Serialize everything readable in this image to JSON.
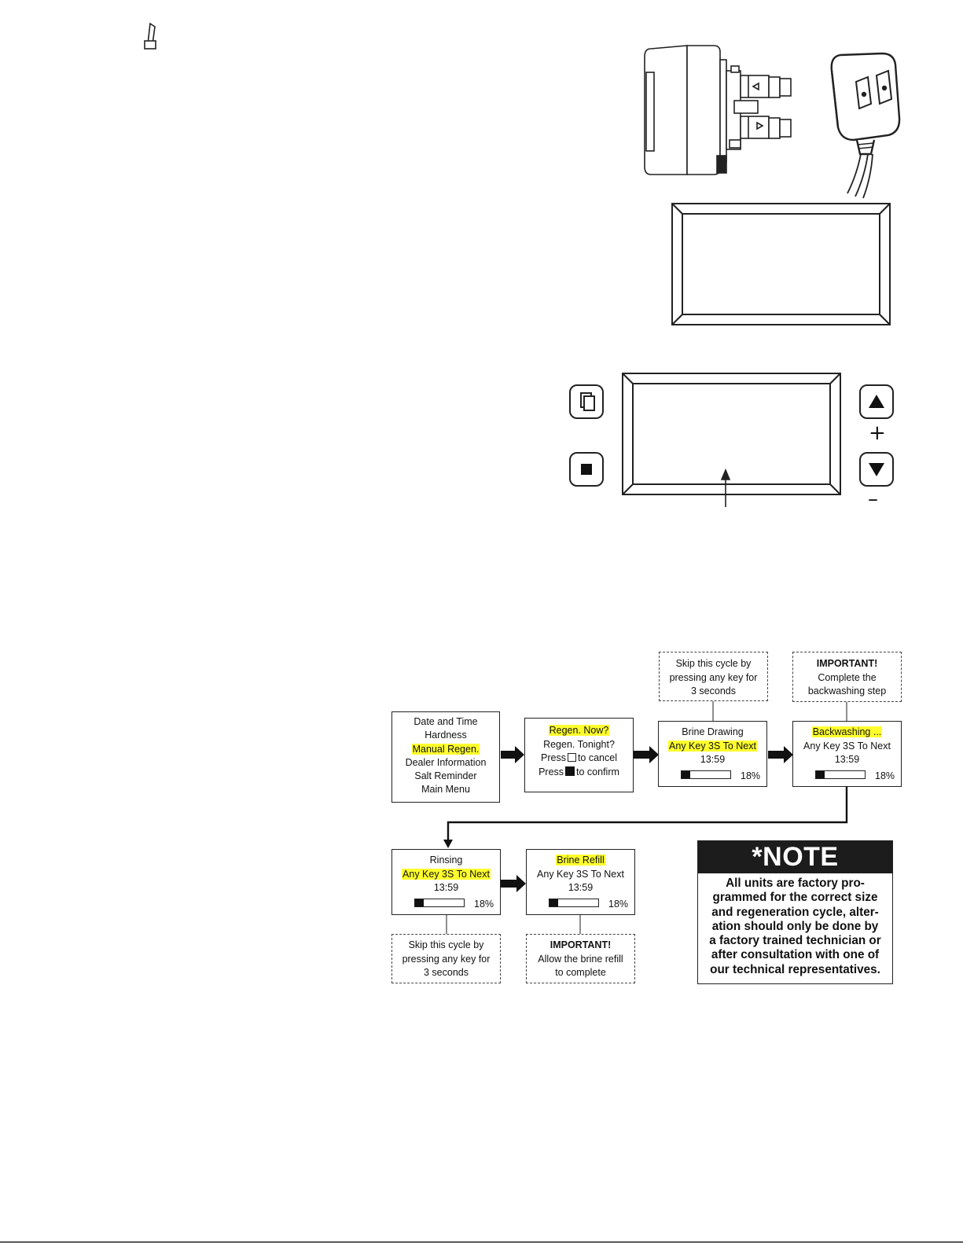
{
  "flow": {
    "menu": {
      "lines": [
        "Date and Time",
        "Hardness",
        "Manual Regen.",
        "Dealer Information",
        "Salt Reminder",
        "Main Menu"
      ]
    },
    "regen": {
      "line1": "Regen. Now?",
      "line2": "Regen. Tonight?",
      "press": "Press",
      "cancel": "to cancel",
      "confirm": "to confirm"
    },
    "brine_drawing": {
      "title": "Brine Drawing",
      "hint": "Any Key 3S To Next",
      "time": "13:59",
      "percent_text": "18%",
      "progress": 0.18
    },
    "backwashing": {
      "title": "Backwashing ...",
      "hint": "Any Key 3S To Next",
      "time": "13:59",
      "percent_text": "18%",
      "progress": 0.18
    },
    "rinsing": {
      "title": "Rinsing",
      "hint": "Any Key 3S To Next",
      "time": "13:59",
      "percent_text": "18%",
      "progress": 0.18
    },
    "brine_refill": {
      "title": "Brine Refill",
      "hint": "Any Key 3S To Next",
      "time": "13:59",
      "percent_text": "18%",
      "progress": 0.18
    }
  },
  "notes": {
    "skip_top": [
      "Skip this cycle by",
      "pressing any key for",
      "3 seconds"
    ],
    "important_top": {
      "heading": "IMPORTANT!",
      "lines": [
        "Complete the",
        "backwashing step"
      ]
    },
    "skip_bottom": [
      "Skip this cycle by",
      "pressing any key for",
      "3 seconds"
    ],
    "important_bottom": {
      "heading": "IMPORTANT!",
      "lines": [
        "Allow the brine refill",
        "to complete"
      ]
    }
  },
  "warning": {
    "heading": "*NOTE",
    "lines": [
      "All units are factory pro-",
      "grammed for the correct size",
      "and regeneration cycle, alter-",
      "ation should only be done by",
      "a factory trained technician or",
      "after consultation with one of",
      "our technical representatives."
    ]
  },
  "keypad": {
    "plus": "+",
    "minus": "–",
    "icons": [
      "menu-copy-icon",
      "stop-square-icon",
      "up-triangle-icon",
      "down-triangle-icon"
    ]
  }
}
